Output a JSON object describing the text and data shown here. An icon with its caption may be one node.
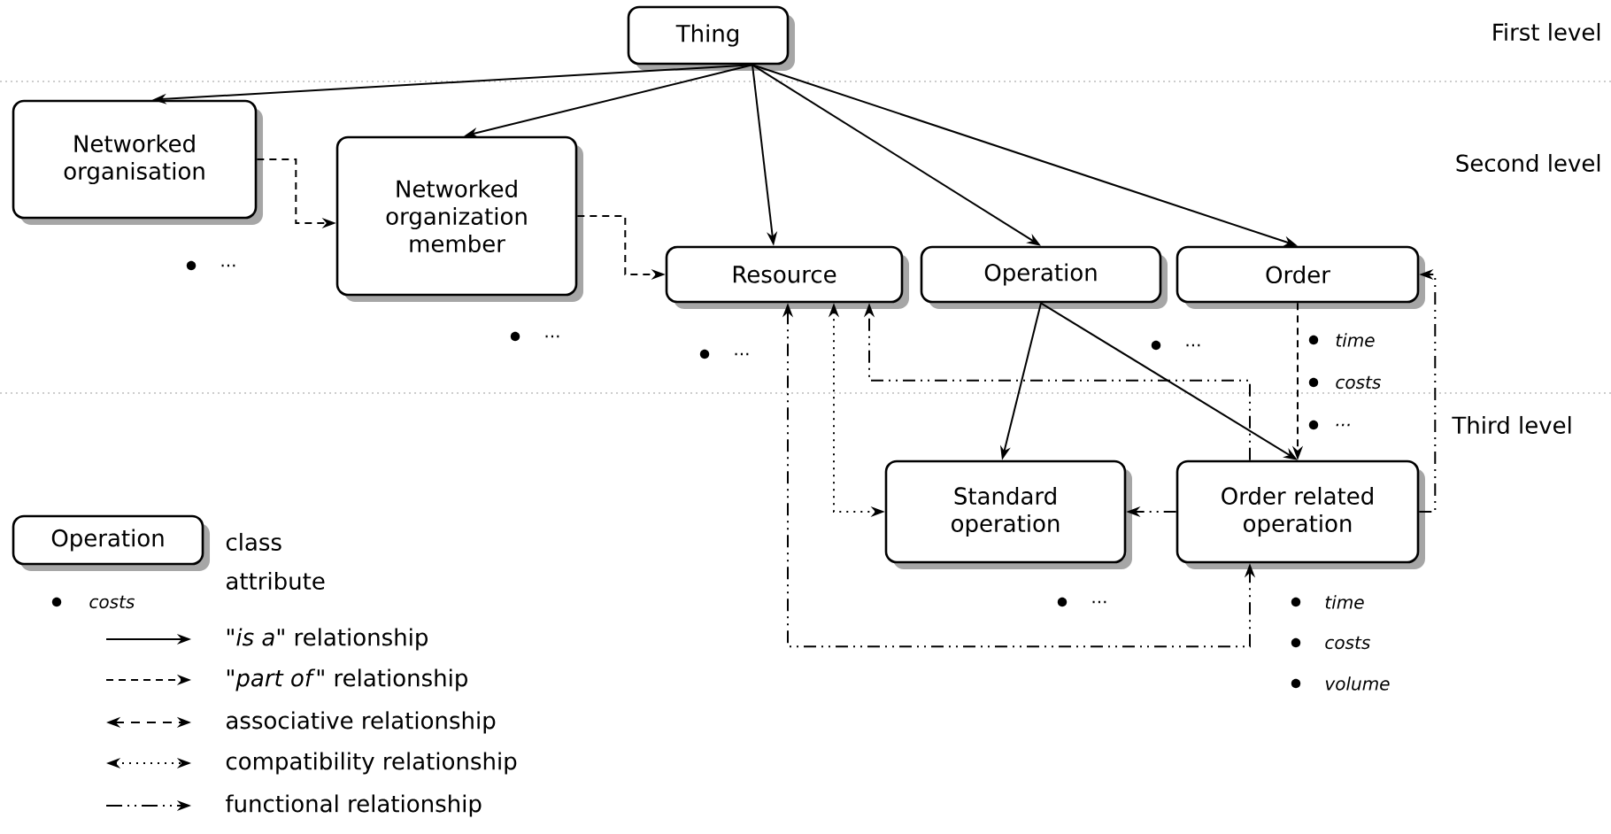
{
  "diagram": {
    "nodes": [
      {
        "text": [
          "Thing"
        ]
      },
      {
        "text": [
          "Networked organisation"
        ],
        "beside": [
          "..."
        ]
      },
      {
        "text": [
          "Networked organization member"
        ],
        "beside": [
          "..."
        ]
      },
      {
        "text": [
          "Resource"
        ],
        "beside": [
          "..."
        ]
      },
      {
        "text": [
          "Operation"
        ],
        "beside": [
          "..."
        ]
      },
      {
        "text": [
          "Order"
        ],
        "beside": [
          "time",
          "costs",
          "..."
        ]
      },
      {
        "text": [
          "Standard operation"
        ],
        "beside": [
          "..."
        ]
      },
      {
        "text": [
          "Order related operation"
        ],
        "beside": [
          "time",
          "costs",
          "volume"
        ]
      },
      {
        "text": [
          "Operation"
        ]
      }
    ],
    "edges": [
      {
        "from": 0,
        "to": 1,
        "arrow": "to"
      },
      {
        "from": 0,
        "to": 2,
        "arrow": "to"
      },
      {
        "from": 0,
        "to": 3,
        "arrow": "to"
      },
      {
        "from": 0,
        "to": 4,
        "arrow": "to"
      },
      {
        "from": 0,
        "to": 5,
        "arrow": "to"
      },
      {
        "from": 1,
        "to": 2,
        "arrow": "to",
        "style": "dashed"
      },
      {
        "from": 2,
        "to": 3,
        "arrow": "to",
        "style": "dashed"
      },
      {
        "from": 4,
        "to": 6,
        "arrow": "to"
      },
      {
        "from": 4,
        "to": 7,
        "arrow": "to"
      },
      {
        "from": 5,
        "to": 7,
        "arrow": "to",
        "style": "dashed"
      },
      {
        "from": 7,
        "to": 5,
        "arrow": "to",
        "style": "dashed"
      },
      {
        "from": 7,
        "to": 6,
        "arrow": "to",
        "style": "dashed"
      },
      {
        "from": 7,
        "to": 3,
        "arrow": "to",
        "style": "dashed"
      },
      {
        "from": 3,
        "to": 6,
        "arrow": "both",
        "style": "dashed"
      },
      {
        "from": 3,
        "to": 7,
        "arrow": "both",
        "style": "dashed"
      }
    ],
    "labels": [
      "First level",
      "Second level",
      "Third level",
      "costs"
    ],
    "legend": [
      {
        "text": "class"
      },
      {
        "text": "attribute"
      },
      {
        "text": "\"*is a*\" relationship"
      },
      {
        "text": "\"*part of*\" relationship"
      },
      {
        "text": "associative relationship"
      },
      {
        "text": "compatibility relationship"
      },
      {
        "text": "functional relationship"
      }
    ]
  }
}
